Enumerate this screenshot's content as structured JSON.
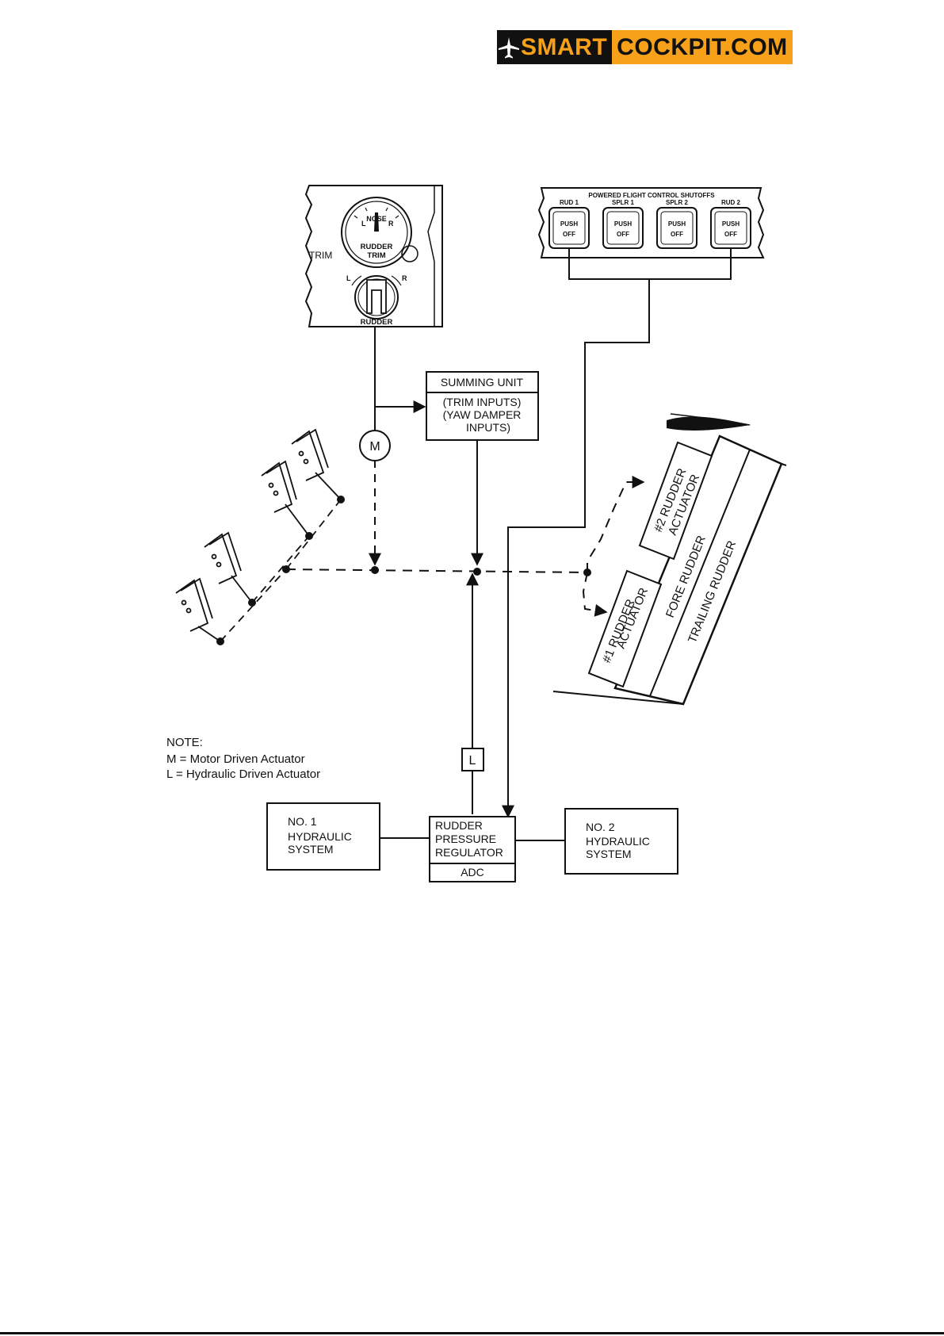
{
  "brand": {
    "smart": "SMART",
    "cockpit": "COCKPIT.COM",
    "icon": "airplane-icon"
  },
  "trim_panel": {
    "trim_label": "TRIM",
    "gauge": {
      "left": "L",
      "nose": "NOSE",
      "right": "R",
      "label_line1": "RUDDER",
      "label_line2": "TRIM"
    },
    "knob": {
      "left": "L",
      "right": "R",
      "label": "RUDDER"
    }
  },
  "shutoff_panel": {
    "title": "POWERED FLIGHT CONTROL SHUTOFFS",
    "switches": [
      {
        "label": "RUD 1",
        "line1": "PUSH",
        "line2": "OFF"
      },
      {
        "label": "SPLR 1",
        "line1": "PUSH",
        "line2": "OFF"
      },
      {
        "label": "SPLR 2",
        "line1": "PUSH",
        "line2": "OFF"
      },
      {
        "label": "RUD 2",
        "line1": "PUSH",
        "line2": "OFF"
      }
    ]
  },
  "summing_unit": {
    "title": "SUMMING UNIT",
    "line1": "(TRIM INPUTS)",
    "line2": "(YAW DAMPER",
    "line3": "INPUTS)"
  },
  "motor_actuator_symbol": "M",
  "hydraulic_actuator_symbol": "L",
  "rudder": {
    "actuator2_line1": "#2 RUDDER",
    "actuator2_line2": "ACTUATOR",
    "actuator1_line1": "#1 RUDDER",
    "actuator1_line2": "ACTUATOR",
    "fore": "FORE RUDDER",
    "trailing": "TRAILING RUDDER"
  },
  "note": {
    "heading": "NOTE:",
    "line1": "M = Motor Driven Actuator",
    "line2": "L = Hydraulic Driven Actuator"
  },
  "hyd1": {
    "line1": "NO. 1",
    "line2": "HYDRAULIC",
    "line3": "SYSTEM"
  },
  "hyd2": {
    "line1": "NO. 2",
    "line2": "HYDRAULIC",
    "line3": "SYSTEM"
  },
  "regulator": {
    "line1": "RUDDER",
    "line2": "PRESSURE",
    "line3": "REGULATOR",
    "adc": "ADC"
  }
}
